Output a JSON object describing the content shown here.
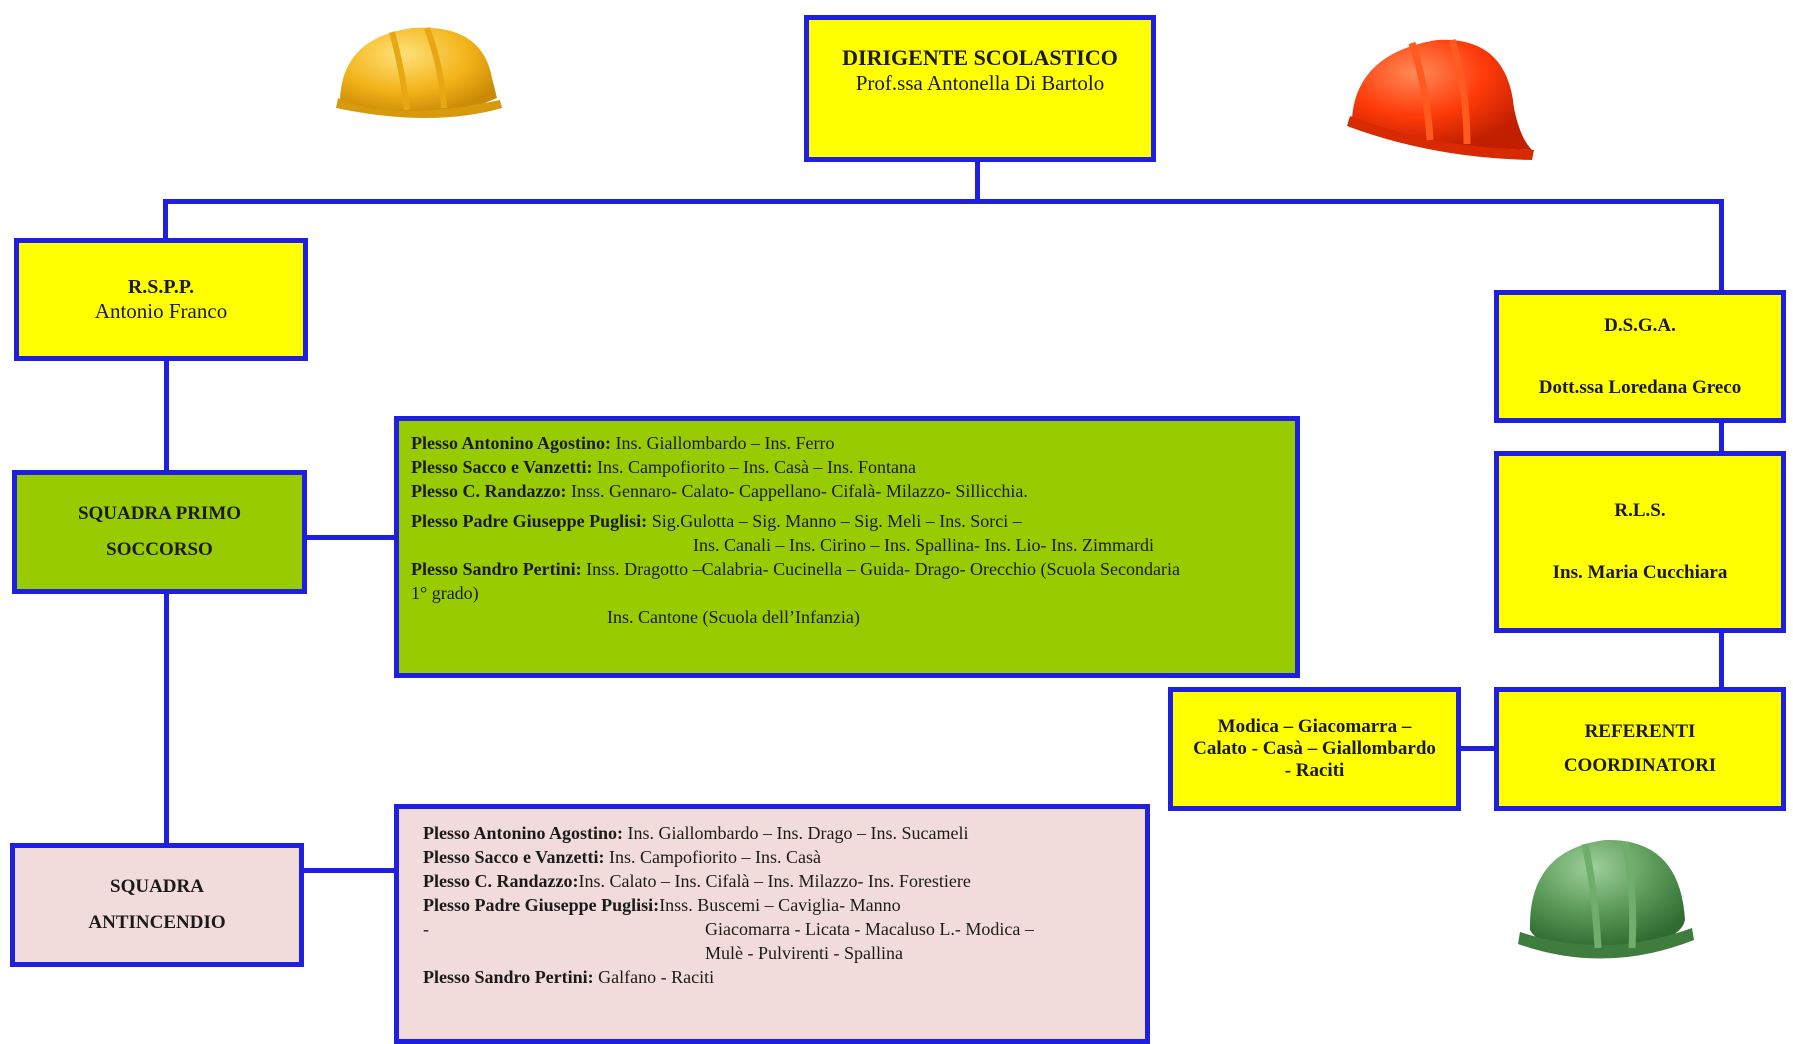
{
  "colors": {
    "line": "#1f1fe0",
    "yellow": "#ffff00",
    "green": "#99cc00",
    "pink": "#f2dcdb"
  },
  "icons": [
    "yellow-helmet-icon",
    "orange-helmet-icon",
    "green-helmet-icon"
  ],
  "dirigente": {
    "title": "DIRIGENTE SCOLASTICO",
    "name": "Prof.ssa Antonella Di Bartolo"
  },
  "rspp": {
    "title": "R.S.P.P.",
    "name": "Antonio Franco"
  },
  "dsga": {
    "title": "D.S.G.A.",
    "name": "Dott.ssa Loredana Greco"
  },
  "rls": {
    "title": "R.L.S.",
    "name": "Ins. Maria Cucchiara"
  },
  "referenti": {
    "title_line1": "REFERENTI",
    "title_line2": "COORDINATORI",
    "names_line1": "Modica – Giacomarra –",
    "names_line2": "Calato - Casà – Giallombardo",
    "names_line3": "- Raciti"
  },
  "primo_soccorso": {
    "title_line1": "SQUADRA PRIMO",
    "title_line2": "SOCCORSO",
    "rows": [
      {
        "plesso": "Plesso Antonino Agostino:",
        "members": " Ins. Giallombardo – Ins. Ferro"
      },
      {
        "plesso": "Plesso Sacco e Vanzetti:",
        "members": " Ins. Campofiorito – Ins. Casà – Ins. Fontana"
      },
      {
        "plesso": "Plesso C. Randazzo:",
        "members": " Inss. Gennaro- Calato- Cappellano- Cifalà- Milazzo- Sillicchia."
      },
      {
        "plesso": "Plesso Padre Giuseppe Puglisi:",
        "members": " Sig.Gulotta – Sig. Manno – Sig. Meli – Ins.  Sorci –"
      },
      {
        "plesso": "",
        "members": "Ins. Canali – Ins. Cirino – Ins. Spallina- Ins. Lio- Ins. Zimmardi"
      },
      {
        "plesso": "Plesso Sandro Pertini:",
        "members": " Inss. Dragotto –Calabria- Cucinella – Guida- Drago- Orecchio (Scuola Secondaria"
      },
      {
        "plesso": "",
        "members": "1° grado)"
      },
      {
        "plesso": "",
        "members": "Ins. Cantone (Scuola dell’Infanzia)"
      }
    ]
  },
  "antincendio": {
    "title_line1": "SQUADRA",
    "title_line2": "ANTINCENDIO",
    "rows": [
      {
        "plesso": "Plesso Antonino Agostino:",
        "members": " Ins. Giallombardo – Ins. Drago – Ins. Sucameli"
      },
      {
        "plesso": "Plesso Sacco e Vanzetti:",
        "members": " Ins. Campofiorito – Ins. Casà"
      },
      {
        "plesso": "Plesso C. Randazzo:",
        "members": "Ins. Calato – Ins. Cifalà – Ins. Milazzo- Ins. Forestiere"
      },
      {
        "plesso": "Plesso Padre Giuseppe Puglisi:",
        "members": "Inss. Buscemi – Caviglia- Manno"
      },
      {
        "plesso": "",
        "members": "-"
      },
      {
        "plesso": "",
        "members": "Giacomarra - Licata - Macaluso L.- Modica –"
      },
      {
        "plesso": "",
        "members": "Mulè - Pulvirenti - Spallina"
      },
      {
        "plesso": "Plesso Sandro Pertini:",
        "members": " Galfano - Raciti"
      }
    ]
  }
}
